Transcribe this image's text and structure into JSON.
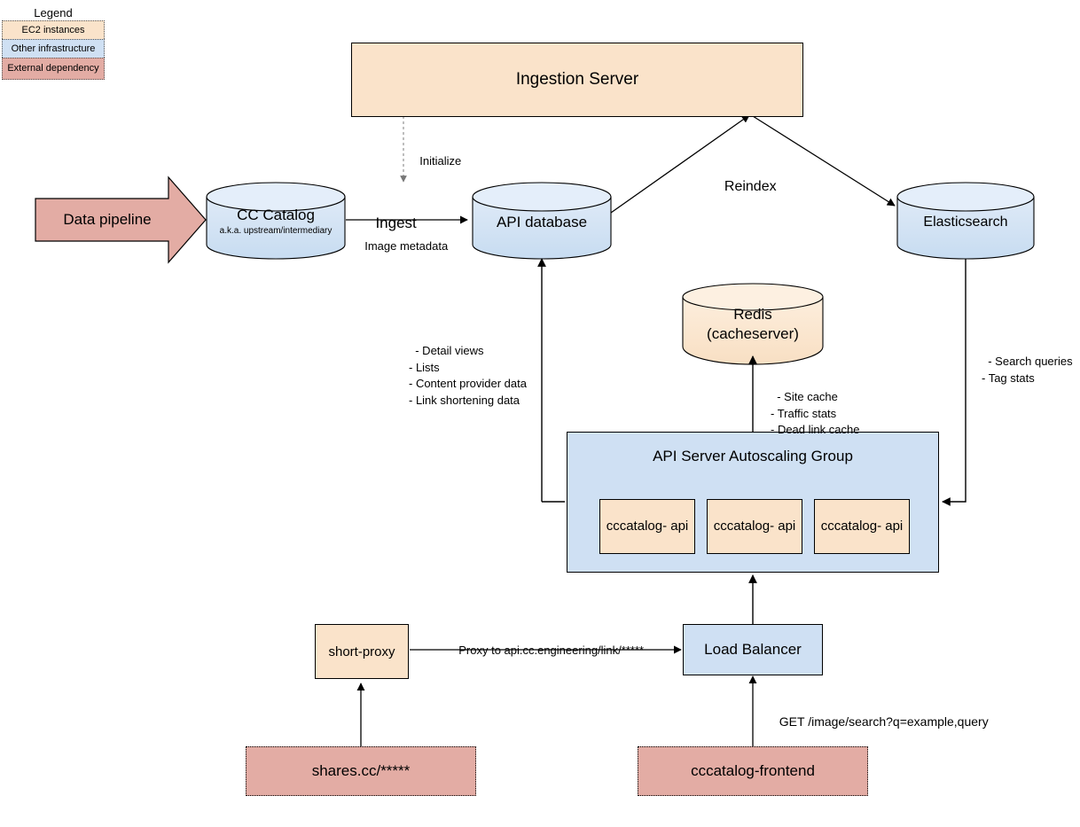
{
  "legend": {
    "title": "Legend",
    "items": [
      {
        "label": "EC2 instances",
        "color": "#fae3ca"
      },
      {
        "label": "Other infrastructure",
        "color": "#cfe0f3"
      },
      {
        "label": "External\ndependency",
        "color": "#e3aca4"
      }
    ]
  },
  "nodes": {
    "ingestion_server": "Ingestion Server",
    "data_pipeline": "Data pipeline",
    "cc_catalog": "CC Catalog",
    "cc_catalog_sub": "a.k.a. upstream/intermediary",
    "api_database": "API database",
    "elasticsearch": "Elasticsearch",
    "redis_line1": "Redis",
    "redis_line2": "(cacheserver)",
    "asg_title": "API Server Autoscaling Group",
    "api_instance_1": "cccatalog-\napi",
    "api_instance_2": "cccatalog-\napi",
    "api_instance_3": "cccatalog-\napi",
    "short_proxy": "short-proxy",
    "load_balancer": "Load Balancer",
    "shares_cc": "shares.cc/*****",
    "cccatalog_frontend": "cccatalog-frontend"
  },
  "edges": {
    "initialize": "Initialize",
    "ingest": "Ingest",
    "image_metadata": "Image metadata",
    "reindex": "Reindex",
    "db_queries": "- Detail views\n- Lists\n- Content provider data\n- Link shortening data",
    "cache_items": "- Site cache\n- Traffic stats\n- Dead link cache",
    "search_items": "- Search queries\n- Tag stats",
    "proxy_to": "Proxy to api.cc.engineering/link/*****",
    "get_request": "GET /image/search?q=example,query"
  },
  "colors": {
    "ec2": "#fae3ca",
    "infrastructure": "#cfe0f3",
    "external": "#e3aca4",
    "stroke": "#000000"
  }
}
